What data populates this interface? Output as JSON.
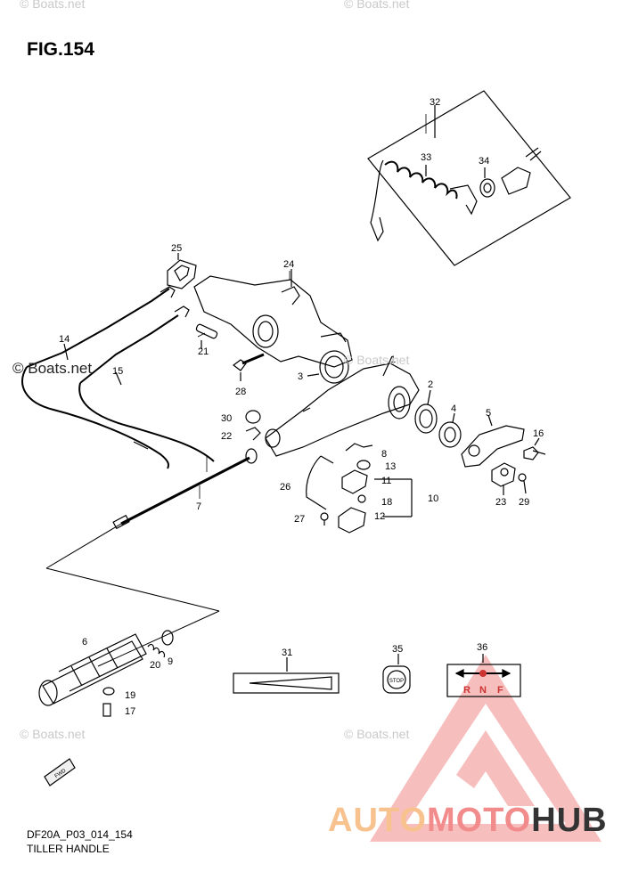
{
  "figure": {
    "title": "FIG.154"
  },
  "footer": {
    "code": "DF20A_P03_014_154",
    "name": "TILLER HANDLE"
  },
  "watermark": {
    "text": "© Boats.net"
  },
  "brand": {
    "part1": "AUTO",
    "part2": "MOTO",
    "part3": "HUB"
  },
  "decal": {
    "stop": "STOP",
    "r": "R",
    "n": "N",
    "f": "F"
  },
  "fwd_label": "FWD",
  "callouts": [
    {
      "id": "c1",
      "label": "1"
    },
    {
      "id": "c2",
      "label": "2"
    },
    {
      "id": "c3",
      "label": "3"
    },
    {
      "id": "c4",
      "label": "4"
    },
    {
      "id": "c5",
      "label": "5"
    },
    {
      "id": "c6",
      "label": "6"
    },
    {
      "id": "c7",
      "label": "7"
    },
    {
      "id": "c8",
      "label": "8"
    },
    {
      "id": "c9",
      "label": "9"
    },
    {
      "id": "c10",
      "label": "10"
    },
    {
      "id": "c11",
      "label": "11"
    },
    {
      "id": "c12",
      "label": "12"
    },
    {
      "id": "c13",
      "label": "13"
    },
    {
      "id": "c14",
      "label": "14"
    },
    {
      "id": "c15",
      "label": "15"
    },
    {
      "id": "c16",
      "label": "16"
    },
    {
      "id": "c17",
      "label": "17"
    },
    {
      "id": "c18",
      "label": "18"
    },
    {
      "id": "c19",
      "label": "19"
    },
    {
      "id": "c20",
      "label": "20"
    },
    {
      "id": "c21",
      "label": "21"
    },
    {
      "id": "c22",
      "label": "22"
    },
    {
      "id": "c23",
      "label": "23"
    },
    {
      "id": "c24",
      "label": "24"
    },
    {
      "id": "c25",
      "label": "25"
    },
    {
      "id": "c26",
      "label": "26"
    },
    {
      "id": "c27",
      "label": "27"
    },
    {
      "id": "c28",
      "label": "28"
    },
    {
      "id": "c29",
      "label": "29"
    },
    {
      "id": "c30",
      "label": "30"
    },
    {
      "id": "c31",
      "label": "31"
    },
    {
      "id": "c32",
      "label": "32"
    },
    {
      "id": "c33",
      "label": "33"
    },
    {
      "id": "c34",
      "label": "34"
    },
    {
      "id": "c35",
      "label": "35"
    },
    {
      "id": "c36",
      "label": "36"
    }
  ]
}
